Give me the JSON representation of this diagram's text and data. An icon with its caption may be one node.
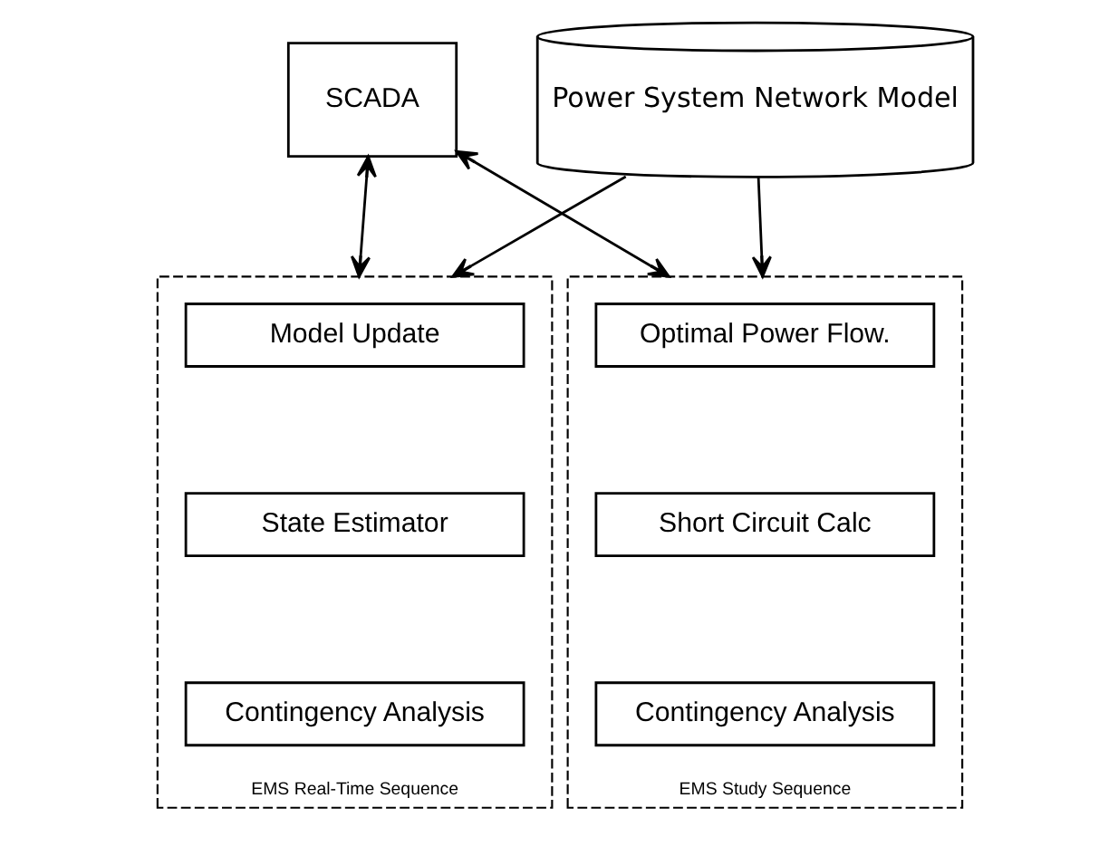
{
  "diagram": {
    "nodes": [
      {
        "text": [
          "SCADA"
        ]
      },
      {
        "text": [
          "Power System Network Model"
        ]
      },
      {
        "text": [
          "EMS Real-Time Sequence"
        ]
      },
      {
        "text": [
          "Model Update"
        ],
        "in": 2
      },
      {
        "text": [
          "State Estimator"
        ],
        "in": 2
      },
      {
        "text": [
          "Contingency Analysis"
        ],
        "in": 2
      },
      {
        "text": [
          "EMS Study Sequence"
        ]
      },
      {
        "text": [
          "Optimal Power Flow."
        ],
        "in": 6
      },
      {
        "text": [
          "Short Circuit Calc"
        ],
        "in": 6
      },
      {
        "text": [
          "Contingency Analysis"
        ],
        "in": 6
      }
    ],
    "edges": [
      {
        "from": 0,
        "to": 2,
        "arrow": "both"
      },
      {
        "from": 0,
        "to": 6,
        "arrow": "both"
      },
      {
        "from": 1,
        "to": 2,
        "arrow": "to"
      },
      {
        "from": 1,
        "to": 6,
        "arrow": "to"
      }
    ]
  }
}
